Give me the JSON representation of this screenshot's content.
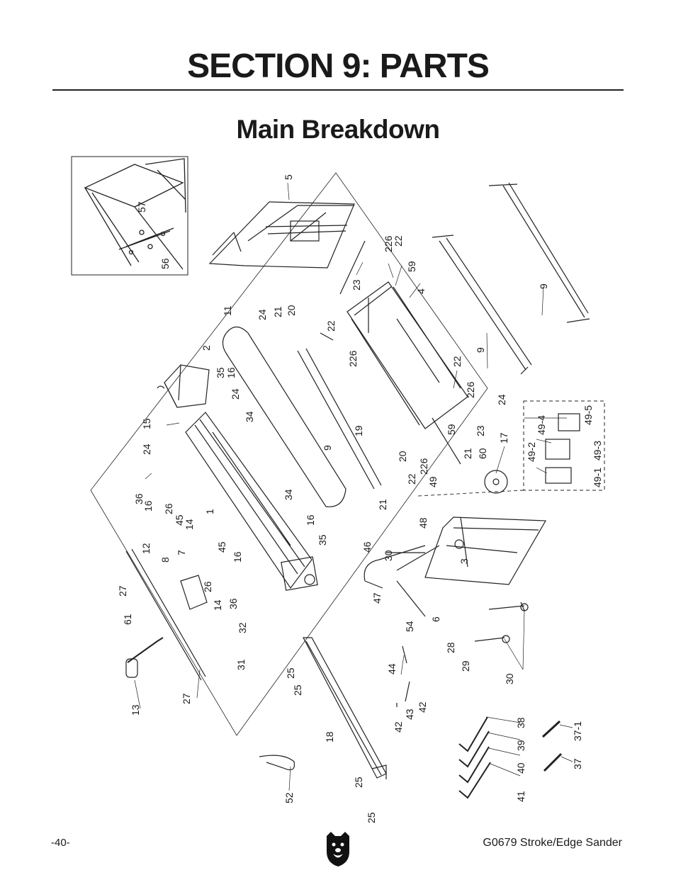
{
  "header": {
    "section_title": "SECTION 9: PARTS",
    "subtitle": "Main Breakdown"
  },
  "diagram": {
    "inset_labels": [
      "57",
      "56"
    ],
    "part_labels": [
      {
        "id": "5"
      },
      {
        "id": "226"
      },
      {
        "id": "22"
      },
      {
        "id": "59"
      },
      {
        "id": "23"
      },
      {
        "id": "4"
      },
      {
        "id": "9"
      },
      {
        "id": "11"
      },
      {
        "id": "24"
      },
      {
        "id": "21"
      },
      {
        "id": "20"
      },
      {
        "id": "22"
      },
      {
        "id": "226"
      },
      {
        "id": "2"
      },
      {
        "id": "35"
      },
      {
        "id": "16"
      },
      {
        "id": "24"
      },
      {
        "id": "34"
      },
      {
        "id": "15"
      },
      {
        "id": "9"
      },
      {
        "id": "19"
      },
      {
        "id": "22"
      },
      {
        "id": "226"
      },
      {
        "id": "24"
      },
      {
        "id": "9"
      },
      {
        "id": "24"
      },
      {
        "id": "59"
      },
      {
        "id": "23"
      },
      {
        "id": "17"
      },
      {
        "id": "21"
      },
      {
        "id": "60"
      },
      {
        "id": "20"
      },
      {
        "id": "22"
      },
      {
        "id": "226"
      },
      {
        "id": "49"
      },
      {
        "id": "36"
      },
      {
        "id": "16"
      },
      {
        "id": "26"
      },
      {
        "id": "45"
      },
      {
        "id": "14"
      },
      {
        "id": "1"
      },
      {
        "id": "34"
      },
      {
        "id": "16"
      },
      {
        "id": "35"
      },
      {
        "id": "21"
      },
      {
        "id": "48"
      },
      {
        "id": "12"
      },
      {
        "id": "8"
      },
      {
        "id": "7"
      },
      {
        "id": "45"
      },
      {
        "id": "46"
      },
      {
        "id": "30"
      },
      {
        "id": "3"
      },
      {
        "id": "27"
      },
      {
        "id": "26"
      },
      {
        "id": "16"
      },
      {
        "id": "14"
      },
      {
        "id": "36"
      },
      {
        "id": "47"
      },
      {
        "id": "61"
      },
      {
        "id": "32"
      },
      {
        "id": "54"
      },
      {
        "id": "6"
      },
      {
        "id": "31"
      },
      {
        "id": "28"
      },
      {
        "id": "29"
      },
      {
        "id": "30"
      },
      {
        "id": "44"
      },
      {
        "id": "25"
      },
      {
        "id": "25"
      },
      {
        "id": "13"
      },
      {
        "id": "27"
      },
      {
        "id": "42"
      },
      {
        "id": "43"
      },
      {
        "id": "42"
      },
      {
        "id": "18"
      },
      {
        "id": "38"
      },
      {
        "id": "39"
      },
      {
        "id": "40"
      },
      {
        "id": "41"
      },
      {
        "id": "37-1"
      },
      {
        "id": "37"
      },
      {
        "id": "52"
      },
      {
        "id": "25"
      },
      {
        "id": "25"
      },
      {
        "id": "49-5"
      },
      {
        "id": "49-4"
      },
      {
        "id": "49-2"
      },
      {
        "id": "49-3"
      },
      {
        "id": "49-1"
      }
    ]
  },
  "footer": {
    "page_number": "-40-",
    "model_text": "G0679 Stroke/Edge Sander",
    "logo_icon": "grizzly-bear-logo-icon"
  }
}
